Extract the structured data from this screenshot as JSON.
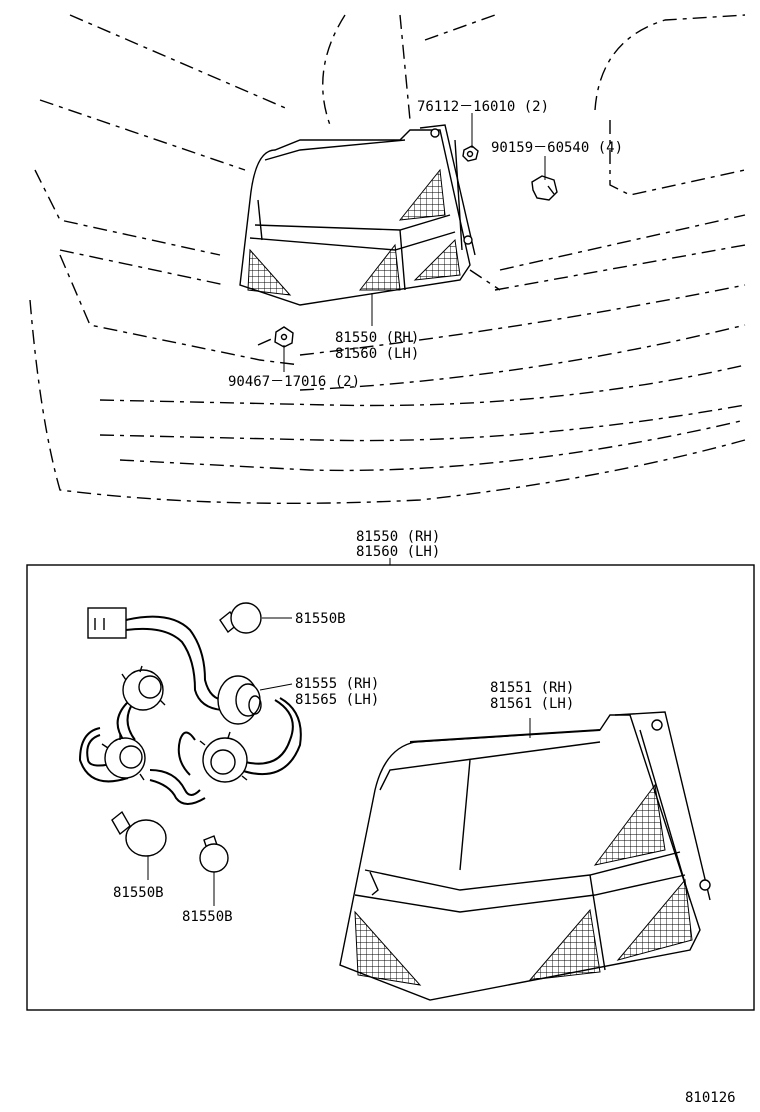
{
  "callouts": {
    "clip_76112": "76112－16010 (2)",
    "screw_90159": "90159－60540 (4)",
    "lamp_assy_rh_top": "81550 (RH)",
    "lamp_assy_lh_top": "81560 (LH)",
    "nut_90467": "90467－17016 (2)",
    "lamp_assy_rh_header": "81550 (RH)",
    "lamp_assy_lh_header": "81560 (LH)",
    "bulb_a": "81550B",
    "socket_rh": "81555 (RH)",
    "socket_lh": "81565 (LH)",
    "lens_rh": "81551 (RH)",
    "lens_lh": "81561 (LH)",
    "bulb_b": "81550B",
    "bulb_c": "81550B"
  },
  "figure_id": "810126"
}
